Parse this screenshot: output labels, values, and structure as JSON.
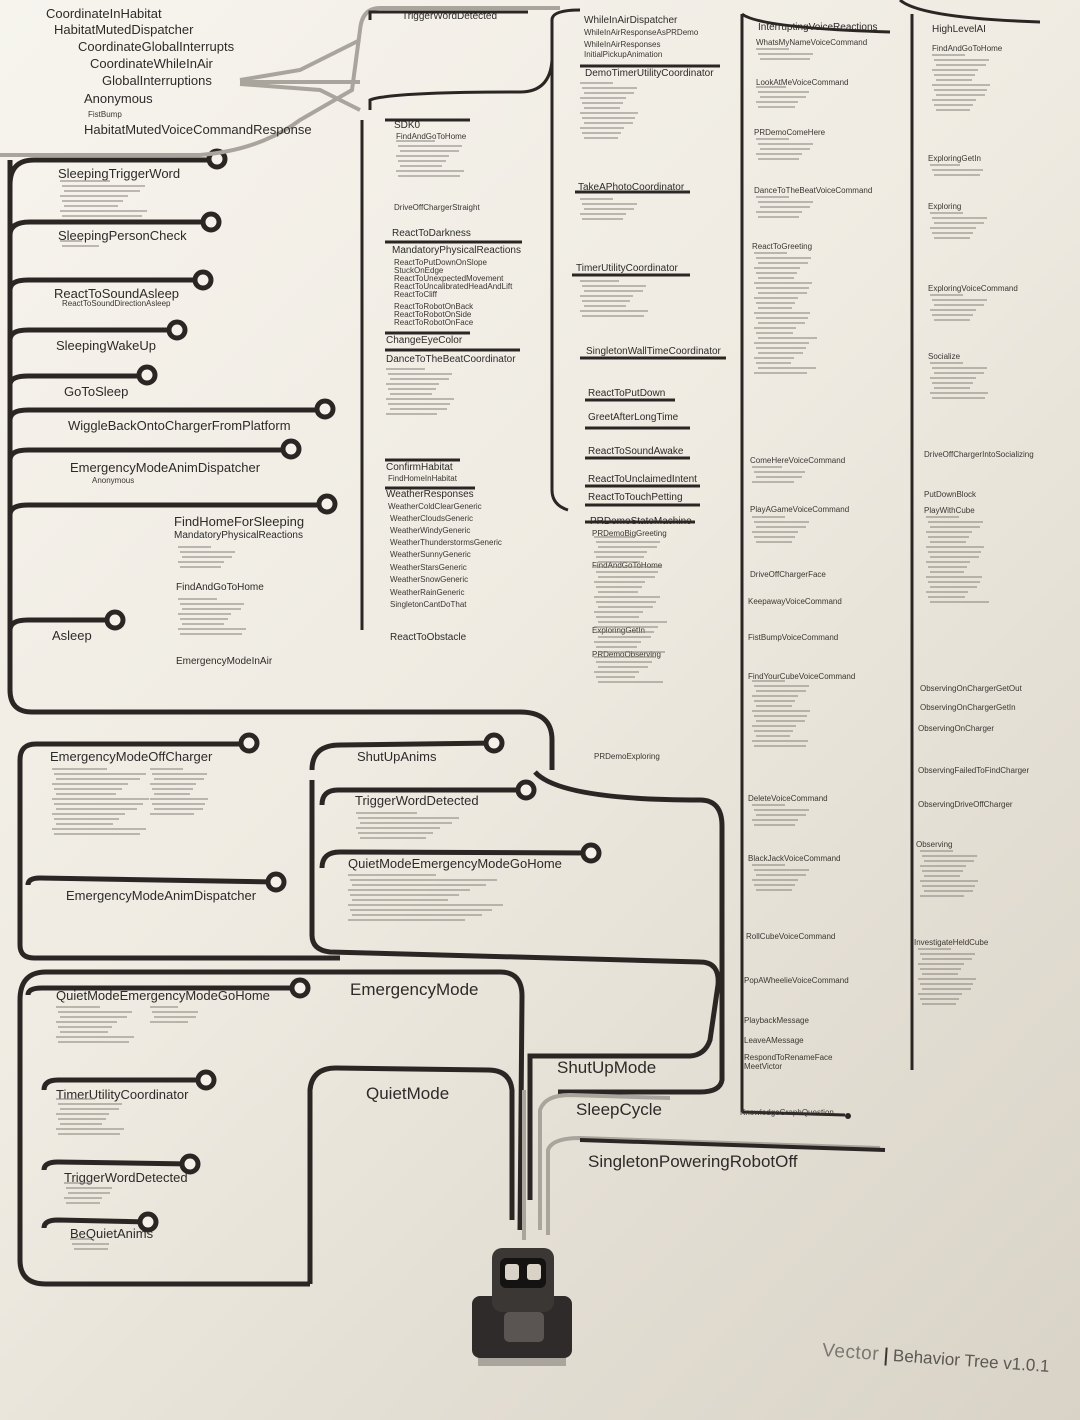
{
  "footer": {
    "brand": "Vector",
    "title": "Behavior Tree v1.0.1"
  },
  "colors": {
    "paper": "#f4f1ea",
    "wire_dark": "#2b2624",
    "wire_light": "#a9a49c",
    "text": "#2d2b29"
  },
  "top_left_tree": [
    "CoordinateInHabitat",
    "HabitatMutedDispatcher",
    "CoordinateGlobalInterrupts",
    "CoordinateWhileInAir",
    "GlobalInterruptions",
    "Anonymous",
    "FistBump",
    "HabitatMutedVoiceCommandResponse"
  ],
  "left_branches": [
    "SleepingTriggerWord",
    "SleepingPersonCheck",
    "ReactToSoundAsleep",
    "SleepingWakeUp",
    "GoToSleep",
    "WiggleBackOntoChargerFromPlatform",
    "EmergencyModeAnimDispatcher",
    "Asleep"
  ],
  "left_sublabels": {
    "react_to_sound_asleep_child": "ReactToSoundDirectionAsleep",
    "emergency_anim_child": "Anonymous",
    "fist_bump": "FistBump"
  },
  "find_home_group": [
    "FindHomeForSleeping",
    "MandatoryPhysicalReactions",
    "FindAndGoToHome",
    "EmergencyModeInAir"
  ],
  "column_two": [
    "TriggerWordDetected",
    "SDK0",
    "FindAndGoToHome",
    "DriveOffChargerStraight",
    "ReactToDarkness",
    "MandatoryPhysicalReactions",
    "ReactToPutDownOnSlope",
    "StuckOnEdge",
    "ReactToUnexpectedMovement",
    "ReactToUncalibratedHeadAndLift",
    "ReactToCliff",
    "ReactToRobotOnBack",
    "ReactToRobotOnSide",
    "ReactToRobotOnFace",
    "ChangeEyeColor",
    "DanceToTheBeatCoordinator",
    "ConfirmHabitat",
    "FindHomeInHabitat",
    "WeatherResponses",
    "WeatherColdClearGeneric",
    "WeatherCloudsGeneric",
    "WeatherWindyGeneric",
    "WeatherThunderstormsGeneric",
    "WeatherSunnyGeneric",
    "WeatherStarsGeneric",
    "WeatherSnowGeneric",
    "WeatherRainGeneric",
    "SingletonCantDoThat",
    "ReactToObstacle"
  ],
  "column_three": [
    "WhileInAirDispatcher",
    "WhileInAirResponseAsPRDemo",
    "WhileInAirResponses",
    "InitialPickupAnimation",
    "DemoTimerUtilityCoordinator",
    "TakeAPhotoCoordinator",
    "TimerUtilityCoordinator",
    "SingletonWallTimeCoordinator",
    "ReactToPutDown",
    "GreetAfterLongTime",
    "ReactToSoundAwake",
    "ReactToUnclaimedIntent",
    "ReactToTouchPetting",
    "PRDemoStateMachine",
    "PRDemoBigGreeting",
    "FindAndGoToHome",
    "ExploringGetIn",
    "PRDemoObserving",
    "PRDemoExploring"
  ],
  "column_four": [
    "InterruptingVoiceReactions",
    "WhatsMyNameVoiceCommand",
    "LookAtMeVoiceCommand",
    "PRDemoComeHere",
    "DanceToTheBeatVoiceCommand",
    "ReactToGreeting",
    "ComeHereVoiceCommand",
    "PlayAGameVoiceCommand",
    "DriveOffChargerFace",
    "KeepawayVoiceCommand",
    "FistBumpVoiceCommand",
    "FindYourCubeVoiceCommand",
    "DeleteVoiceCommand",
    "BlackJackVoiceCommand",
    "RollCubeVoiceCommand",
    "PopAWheelieVoiceCommand",
    "PlaybackMessage",
    "LeaveAMessage",
    "RespondToRenameFace",
    "MeetVictor",
    "KnowledgeGraphQuestion"
  ],
  "column_five": [
    "HighLevelAI",
    "FindAndGoToHome",
    "ExploringGetIn",
    "Exploring",
    "ExploringVoiceCommand",
    "Socialize",
    "DriveOffChargerIntoSocializing",
    "PutDownBlock",
    "PlayWithCube",
    "ObservingOnChargerGetOut",
    "ObservingOnChargerGetIn",
    "ObservingOnCharger",
    "ObservingFailedToFindCharger",
    "ObservingDriveOffCharger",
    "Observing",
    "InvestigateHeldCube"
  ],
  "bottom_modes": {
    "emergency_mode": "EmergencyMode",
    "quiet_mode": "QuietMode",
    "shut_up_mode": "ShutUpMode",
    "sleep_cycle": "SleepCycle",
    "singleton_powering_off": "SingletonPoweringRobotOff"
  },
  "emergency_box_left": [
    "EmergencyModeOffCharger",
    "EmergencyModeAnimDispatcher"
  ],
  "emergency_box_right": [
    "ShutUpAnims",
    "TriggerWordDetected",
    "QuietModeEmergencyModeGoHome"
  ],
  "quiet_box": [
    "QuietModeEmergencyModeGoHome",
    "TimerUtilityCoordinator",
    "TriggerWordDetected",
    "BeQuietAnims"
  ]
}
